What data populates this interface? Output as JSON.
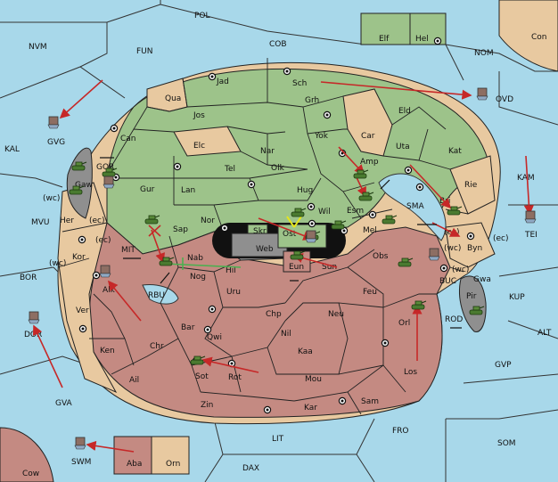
{
  "map": {
    "sea_regions": [
      {
        "id": "POL",
        "label": "POL"
      },
      {
        "id": "NVM",
        "label": "NVM"
      },
      {
        "id": "FUN",
        "label": "FUN"
      },
      {
        "id": "COB",
        "label": "COB"
      },
      {
        "id": "NOM",
        "label": "NOM"
      },
      {
        "id": "KAL",
        "label": "KAL"
      },
      {
        "id": "GOR",
        "label": "GOR"
      },
      {
        "id": "MVU",
        "label": "MVU"
      },
      {
        "id": "BOR",
        "label": "BOR"
      },
      {
        "id": "MIT",
        "label": "MIT"
      },
      {
        "id": "RBU",
        "label": "RBU"
      },
      {
        "id": "SMA",
        "label": "SMA"
      },
      {
        "id": "KAM",
        "label": "KAM"
      },
      {
        "id": "KUP",
        "label": "KUP"
      },
      {
        "id": "BUC",
        "label": "BUC"
      },
      {
        "id": "ROD",
        "label": "ROD"
      },
      {
        "id": "ALT",
        "label": "ALT"
      },
      {
        "id": "GVP",
        "label": "GVP"
      },
      {
        "id": "GVA",
        "label": "GVA"
      },
      {
        "id": "FRO",
        "label": "FRO"
      },
      {
        "id": "LIT",
        "label": "LIT"
      },
      {
        "id": "SOM",
        "label": "SOM"
      },
      {
        "id": "DAX",
        "label": "DAX"
      }
    ],
    "land_provinces": [
      {
        "id": "Jad",
        "label": "Jad"
      },
      {
        "id": "Sch",
        "label": "Sch"
      },
      {
        "id": "Qua",
        "label": "Qua"
      },
      {
        "id": "Jos",
        "label": "Jos"
      },
      {
        "id": "Grh",
        "label": "Grh"
      },
      {
        "id": "Eld",
        "label": "Eld"
      },
      {
        "id": "Can",
        "label": "Can"
      },
      {
        "id": "Elc",
        "label": "Elc"
      },
      {
        "id": "Yok",
        "label": "Yok"
      },
      {
        "id": "Car",
        "label": "Car"
      },
      {
        "id": "Nar",
        "label": "Nar"
      },
      {
        "id": "Uta",
        "label": "Uta"
      },
      {
        "id": "Kat",
        "label": "Kat"
      },
      {
        "id": "Tel",
        "label": "Tel"
      },
      {
        "id": "Olk",
        "label": "Olk"
      },
      {
        "id": "Amp",
        "label": "Amp"
      },
      {
        "id": "Gur",
        "label": "Gur"
      },
      {
        "id": "Lan",
        "label": "Lan"
      },
      {
        "id": "Hug",
        "label": "Hug"
      },
      {
        "id": "Rie",
        "label": "Rie"
      },
      {
        "id": "Nor",
        "label": "Nor"
      },
      {
        "id": "Wil",
        "label": "Wil"
      },
      {
        "id": "Esm",
        "label": "Esm"
      },
      {
        "id": "Bri",
        "label": "Bri"
      },
      {
        "id": "Sap",
        "label": "Sap"
      },
      {
        "id": "Skr",
        "label": "Skr"
      },
      {
        "id": "Web",
        "label": "Web"
      },
      {
        "id": "Ost",
        "label": "Ost"
      },
      {
        "id": "Mel",
        "label": "Mel"
      },
      {
        "id": "Byn",
        "label": "Byn"
      },
      {
        "id": "Gaw",
        "label": "Gaw"
      },
      {
        "id": "Her",
        "label": "Her"
      },
      {
        "id": "Kor",
        "label": "Kor"
      },
      {
        "id": "Alk",
        "label": "Alk"
      },
      {
        "id": "Ver",
        "label": "Ver"
      },
      {
        "id": "Ken",
        "label": "Ken"
      },
      {
        "id": "Ail",
        "label": "Ail"
      },
      {
        "id": "Nab",
        "label": "Nab"
      },
      {
        "id": "Nog",
        "label": "Nog"
      },
      {
        "id": "Hil",
        "label": "Hil"
      },
      {
        "id": "Eun",
        "label": "Eun"
      },
      {
        "id": "Sun",
        "label": "Sun"
      },
      {
        "id": "Obs",
        "label": "Obs"
      },
      {
        "id": "Uru",
        "label": "Uru"
      },
      {
        "id": "Feu",
        "label": "Feu"
      },
      {
        "id": "Gwa",
        "label": "Gwa"
      },
      {
        "id": "Pir",
        "label": "Pir"
      },
      {
        "id": "Chp",
        "label": "Chp"
      },
      {
        "id": "Neu",
        "label": "Neu"
      },
      {
        "id": "Bar",
        "label": "Bar"
      },
      {
        "id": "Qwi",
        "label": "Qwi"
      },
      {
        "id": "Nil",
        "label": "Nil"
      },
      {
        "id": "Orl",
        "label": "Orl"
      },
      {
        "id": "Chr",
        "label": "Chr"
      },
      {
        "id": "Kaa",
        "label": "Kaa"
      },
      {
        "id": "Sot",
        "label": "Sot"
      },
      {
        "id": "Rot",
        "label": "Rot"
      },
      {
        "id": "Mou",
        "label": "Mou"
      },
      {
        "id": "Los",
        "label": "Los"
      },
      {
        "id": "Zin",
        "label": "Zin"
      },
      {
        "id": "Kar",
        "label": "Kar"
      },
      {
        "id": "Sam",
        "label": "Sam"
      },
      {
        "id": "Elf",
        "label": "Elf"
      },
      {
        "id": "Hel",
        "label": "Hel"
      },
      {
        "id": "Con",
        "label": "Con"
      },
      {
        "id": "GVG",
        "label": "GVG"
      },
      {
        "id": "OVD",
        "label": "OVD"
      },
      {
        "id": "TEI",
        "label": "TEI"
      },
      {
        "id": "DOR",
        "label": "DOR"
      },
      {
        "id": "SWM",
        "label": "SWM"
      },
      {
        "id": "Aba",
        "label": "Aba"
      },
      {
        "id": "Orn",
        "label": "Orn"
      },
      {
        "id": "Cow",
        "label": "Cow"
      }
    ],
    "coast_tags": [
      "(wc)",
      "(ec)",
      "(wc)",
      "(ec)",
      "(wc)",
      "(ec)",
      "(wc)",
      "(ec)"
    ],
    "colors": {
      "sea": "#a8d8ea",
      "green_power": "#9dc38a",
      "red_power": "#c48a82",
      "neutral": "#e8c9a0",
      "impassable": "#8f8f8f",
      "order_arrow": "#c62828",
      "support_line": "#4caf50",
      "hold_marker": "#e6e61a"
    }
  }
}
